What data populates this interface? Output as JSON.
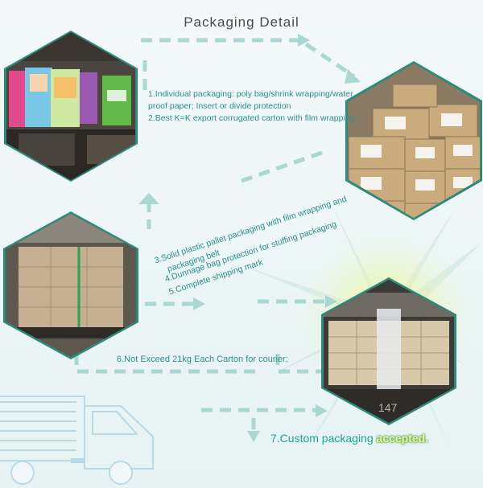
{
  "page": {
    "title": "Packaging Detail",
    "accent_color": "#2f7f77"
  },
  "steps": {
    "step1_line1": "1.Individual packaging: poly bag/shrink wrapping/water",
    "step1_line2": "proof paper; Insert or divide protection",
    "step2": "2.Best K=K export corrugated carton with film wrapping;",
    "step3_line1": "3.Solid plastic pallet packaging with film wrapping and",
    "step3_line2": "packaging belt",
    "step4": "4.Dunnage bag protection for stuffing packaging",
    "step5": "5.Complete shipping mark",
    "step6": "6.Not Exceed 21kg Each Carton for courier;",
    "step7_prefix": "7.Custom packaging",
    "step7_accent": "accepted."
  },
  "photos": {
    "photo1": "product-bags-photo",
    "photo2": "carton-stack-photo",
    "photo3": "pallet-photo",
    "photo4": "container-loading-photo"
  },
  "container_code": "147"
}
